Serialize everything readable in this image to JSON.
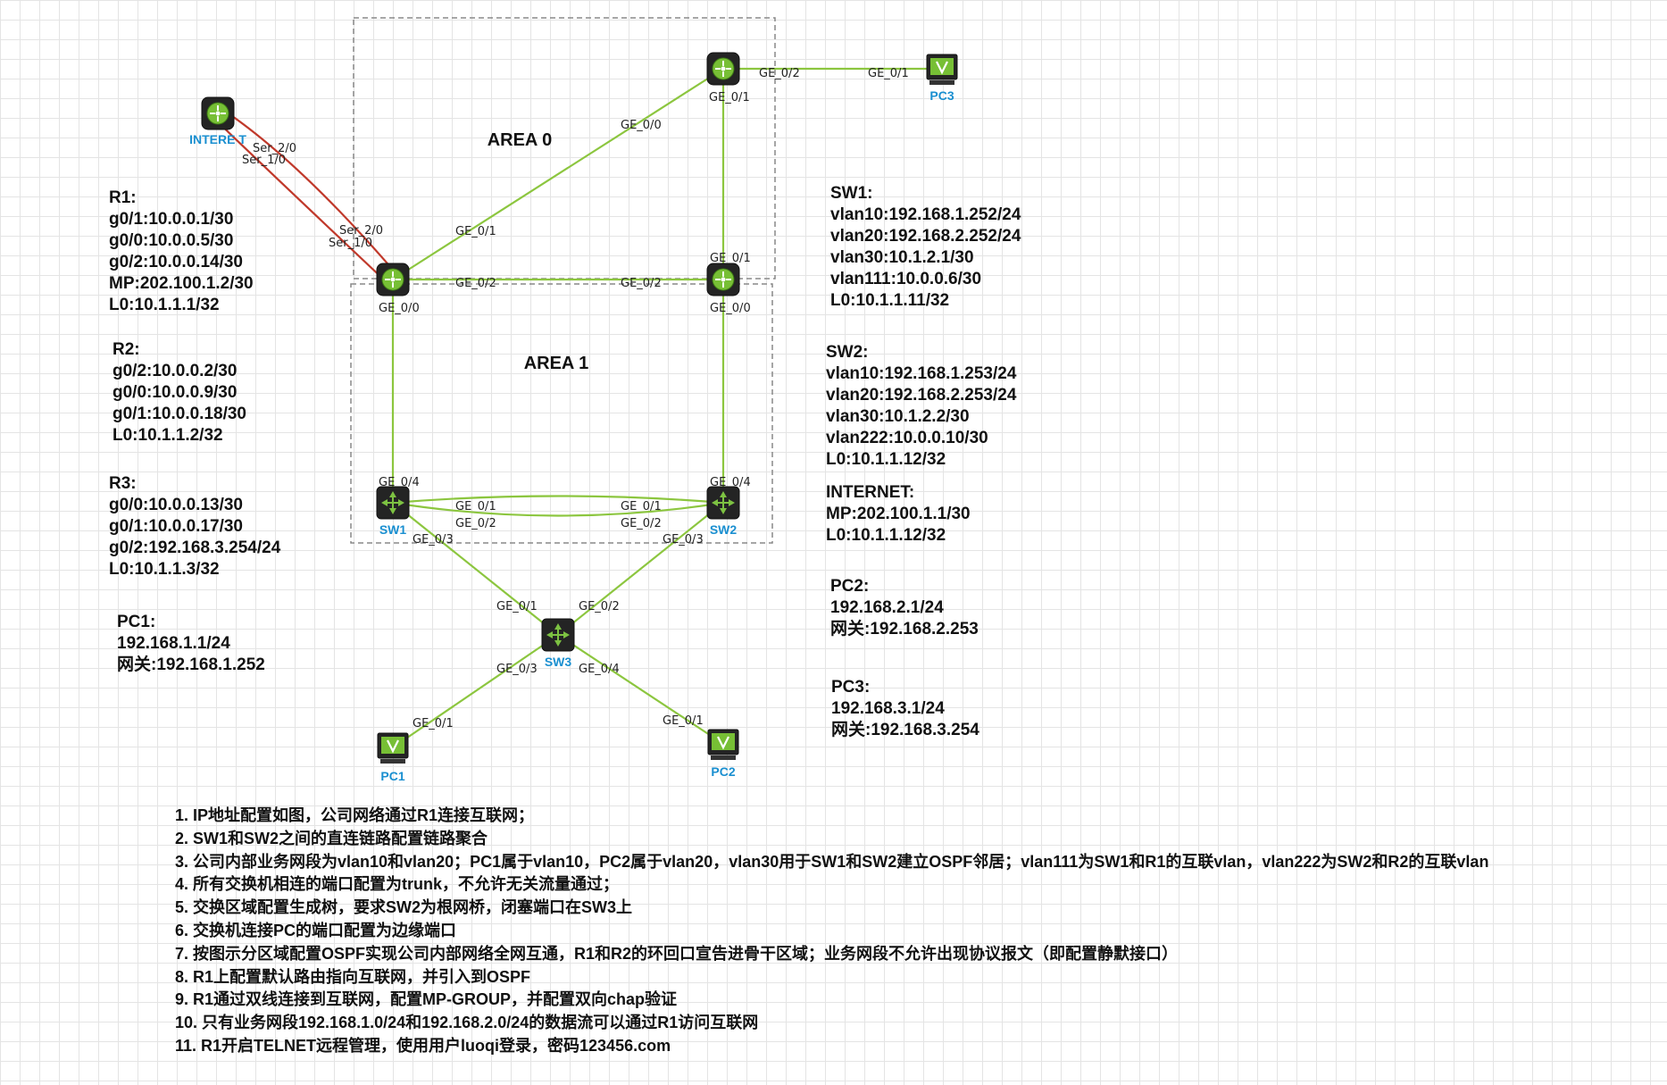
{
  "diagram": {
    "areas": [
      {
        "id": "area0",
        "label": "AREA 0"
      },
      {
        "id": "area1",
        "label": "AREA 1"
      }
    ],
    "devices": [
      {
        "id": "internet",
        "type": "router",
        "label": "INTERE T"
      },
      {
        "id": "r1",
        "type": "router",
        "label": ""
      },
      {
        "id": "r2",
        "type": "router",
        "label": ""
      },
      {
        "id": "r3",
        "type": "router",
        "label": ""
      },
      {
        "id": "sw1",
        "type": "switch",
        "label": "SW1"
      },
      {
        "id": "sw2",
        "type": "switch",
        "label": "SW2"
      },
      {
        "id": "sw3",
        "type": "switch",
        "label": "SW3"
      },
      {
        "id": "pc1",
        "type": "pc",
        "label": "PC1"
      },
      {
        "id": "pc2",
        "type": "pc",
        "label": "PC2"
      },
      {
        "id": "pc3",
        "type": "pc",
        "label": "PC3"
      }
    ],
    "links": [
      {
        "id": "inet-r1-a",
        "from": "internet",
        "to": "r1",
        "kind": "serial",
        "from_port": "Ser_2/0",
        "to_port": "Ser_2/0"
      },
      {
        "id": "inet-r1-b",
        "from": "internet",
        "to": "r1",
        "kind": "serial",
        "from_port": "Ser_1/0",
        "to_port": "Ser_1/0"
      },
      {
        "id": "r1-r3",
        "from": "r1",
        "to": "r3",
        "kind": "ethernet",
        "from_port": "GE_0/1",
        "to_port": "GE_0/0"
      },
      {
        "id": "r3-pc3",
        "from": "r3",
        "to": "pc3",
        "kind": "ethernet",
        "from_port": "GE_0/2",
        "to_port": "GE_0/1"
      },
      {
        "id": "r3-r2",
        "from": "r3",
        "to": "r2",
        "kind": "ethernet",
        "from_port": "GE_0/1",
        "to_port": "GE_0/1"
      },
      {
        "id": "r1-r2",
        "from": "r1",
        "to": "r2",
        "kind": "ethernet",
        "from_port": "GE_0/2",
        "to_port": "GE_0/2"
      },
      {
        "id": "r1-sw1",
        "from": "r1",
        "to": "sw1",
        "kind": "ethernet",
        "from_port": "GE_0/0",
        "to_port": "GE_0/4"
      },
      {
        "id": "r2-sw2",
        "from": "r2",
        "to": "sw2",
        "kind": "ethernet",
        "from_port": "GE_0/0",
        "to_port": "GE_0/4"
      },
      {
        "id": "sw1-sw2-a",
        "from": "sw1",
        "to": "sw2",
        "kind": "ethernet",
        "from_port": "GE_0/1",
        "to_port": "GE_0/1"
      },
      {
        "id": "sw1-sw2-b",
        "from": "sw1",
        "to": "sw2",
        "kind": "ethernet",
        "from_port": "GE_0/2",
        "to_port": "GE_0/2"
      },
      {
        "id": "sw1-sw3",
        "from": "sw1",
        "to": "sw3",
        "kind": "ethernet",
        "from_port": "GE_0/3",
        "to_port": "GE_0/1"
      },
      {
        "id": "sw2-sw3",
        "from": "sw2",
        "to": "sw3",
        "kind": "ethernet",
        "from_port": "GE_0/3",
        "to_port": "GE_0/2"
      },
      {
        "id": "sw3-pc1",
        "from": "sw3",
        "to": "pc1",
        "kind": "ethernet",
        "from_port": "GE_0/3",
        "to_port": "GE_0/1"
      },
      {
        "id": "sw3-pc2",
        "from": "sw3",
        "to": "pc2",
        "kind": "ethernet",
        "from_port": "GE_0/4",
        "to_port": "GE_0/1"
      }
    ]
  },
  "info_blocks": {
    "r1": [
      "R1:",
      "g0/1:10.0.0.1/30",
      "g0/0:10.0.0.5/30",
      "g0/2:10.0.0.14/30",
      "MP:202.100.1.2/30",
      "L0:10.1.1.1/32"
    ],
    "r2": [
      "R2:",
      "g0/2:10.0.0.2/30",
      "g0/0:10.0.0.9/30",
      "g0/1:10.0.0.18/30",
      "L0:10.1.1.2/32"
    ],
    "r3": [
      "R3:",
      "g0/0:10.0.0.13/30",
      "g0/1:10.0.0.17/30",
      "g0/2:192.168.3.254/24",
      "L0:10.1.1.3/32"
    ],
    "pc1": [
      "PC1:",
      "192.168.1.1/24",
      "网关:192.168.1.252"
    ],
    "sw1": [
      "SW1:",
      "vlan10:192.168.1.252/24",
      "vlan20:192.168.2.252/24",
      "vlan30:10.1.2.1/30",
      "vlan111:10.0.0.6/30",
      "L0:10.1.1.11/32"
    ],
    "sw2": [
      "SW2:",
      "vlan10:192.168.1.253/24",
      "vlan20:192.168.2.253/24",
      "vlan30:10.1.2.2/30",
      "vlan222:10.0.0.10/30",
      "L0:10.1.1.12/32"
    ],
    "internet": [
      "INTERNET:",
      "MP:202.100.1.1/30",
      "L0:10.1.1.12/32"
    ],
    "pc2": [
      "PC2:",
      "192.168.2.1/24",
      "网关:192.168.2.253"
    ],
    "pc3": [
      "PC3:",
      "192.168.3.1/24",
      "网关:192.168.3.254"
    ]
  },
  "tasks": [
    "1. IP地址配置如图，公司网络通过R1连接互联网；",
    "2. SW1和SW2之间的直连链路配置链路聚合",
    "3. 公司内部业务网段为vlan10和vlan20；PC1属于vlan10，PC2属于vlan20，vlan30用于SW1和SW2建立OSPF邻居；vlan111为SW1和R1的互联vlan，vlan222为SW2和R2的互联vlan",
    "4. 所有交换机相连的端口配置为trunk，不允许无关流量通过；",
    "5. 交换区域配置生成树，要求SW2为根网桥，闭塞端口在SW3上",
    "6. 交换机连接PC的端口配置为边缘端口",
    "7. 按图示分区域配置OSPF实现公司内部网络全网互通，R1和R2的环回口宣告进骨干区域；业务网段不允许出现协议报文（即配置静默接口）",
    "8. R1上配置默认路由指向互联网，并引入到OSPF",
    "9. R1通过双线连接到互联网，配置MP-GROUP，并配置双向chap验证",
    "10. 只有业务网段192.168.1.0/24和192.168.2.0/24的数据流可以通过R1访问互联网",
    "11. R1开启TELNET远程管理，使用用户luoqi登录，密码123456.com"
  ],
  "colors": {
    "link": "#8cc63f",
    "serial": "#c0392b",
    "device_label": "#1a8fd0",
    "area_border": "#888888"
  }
}
